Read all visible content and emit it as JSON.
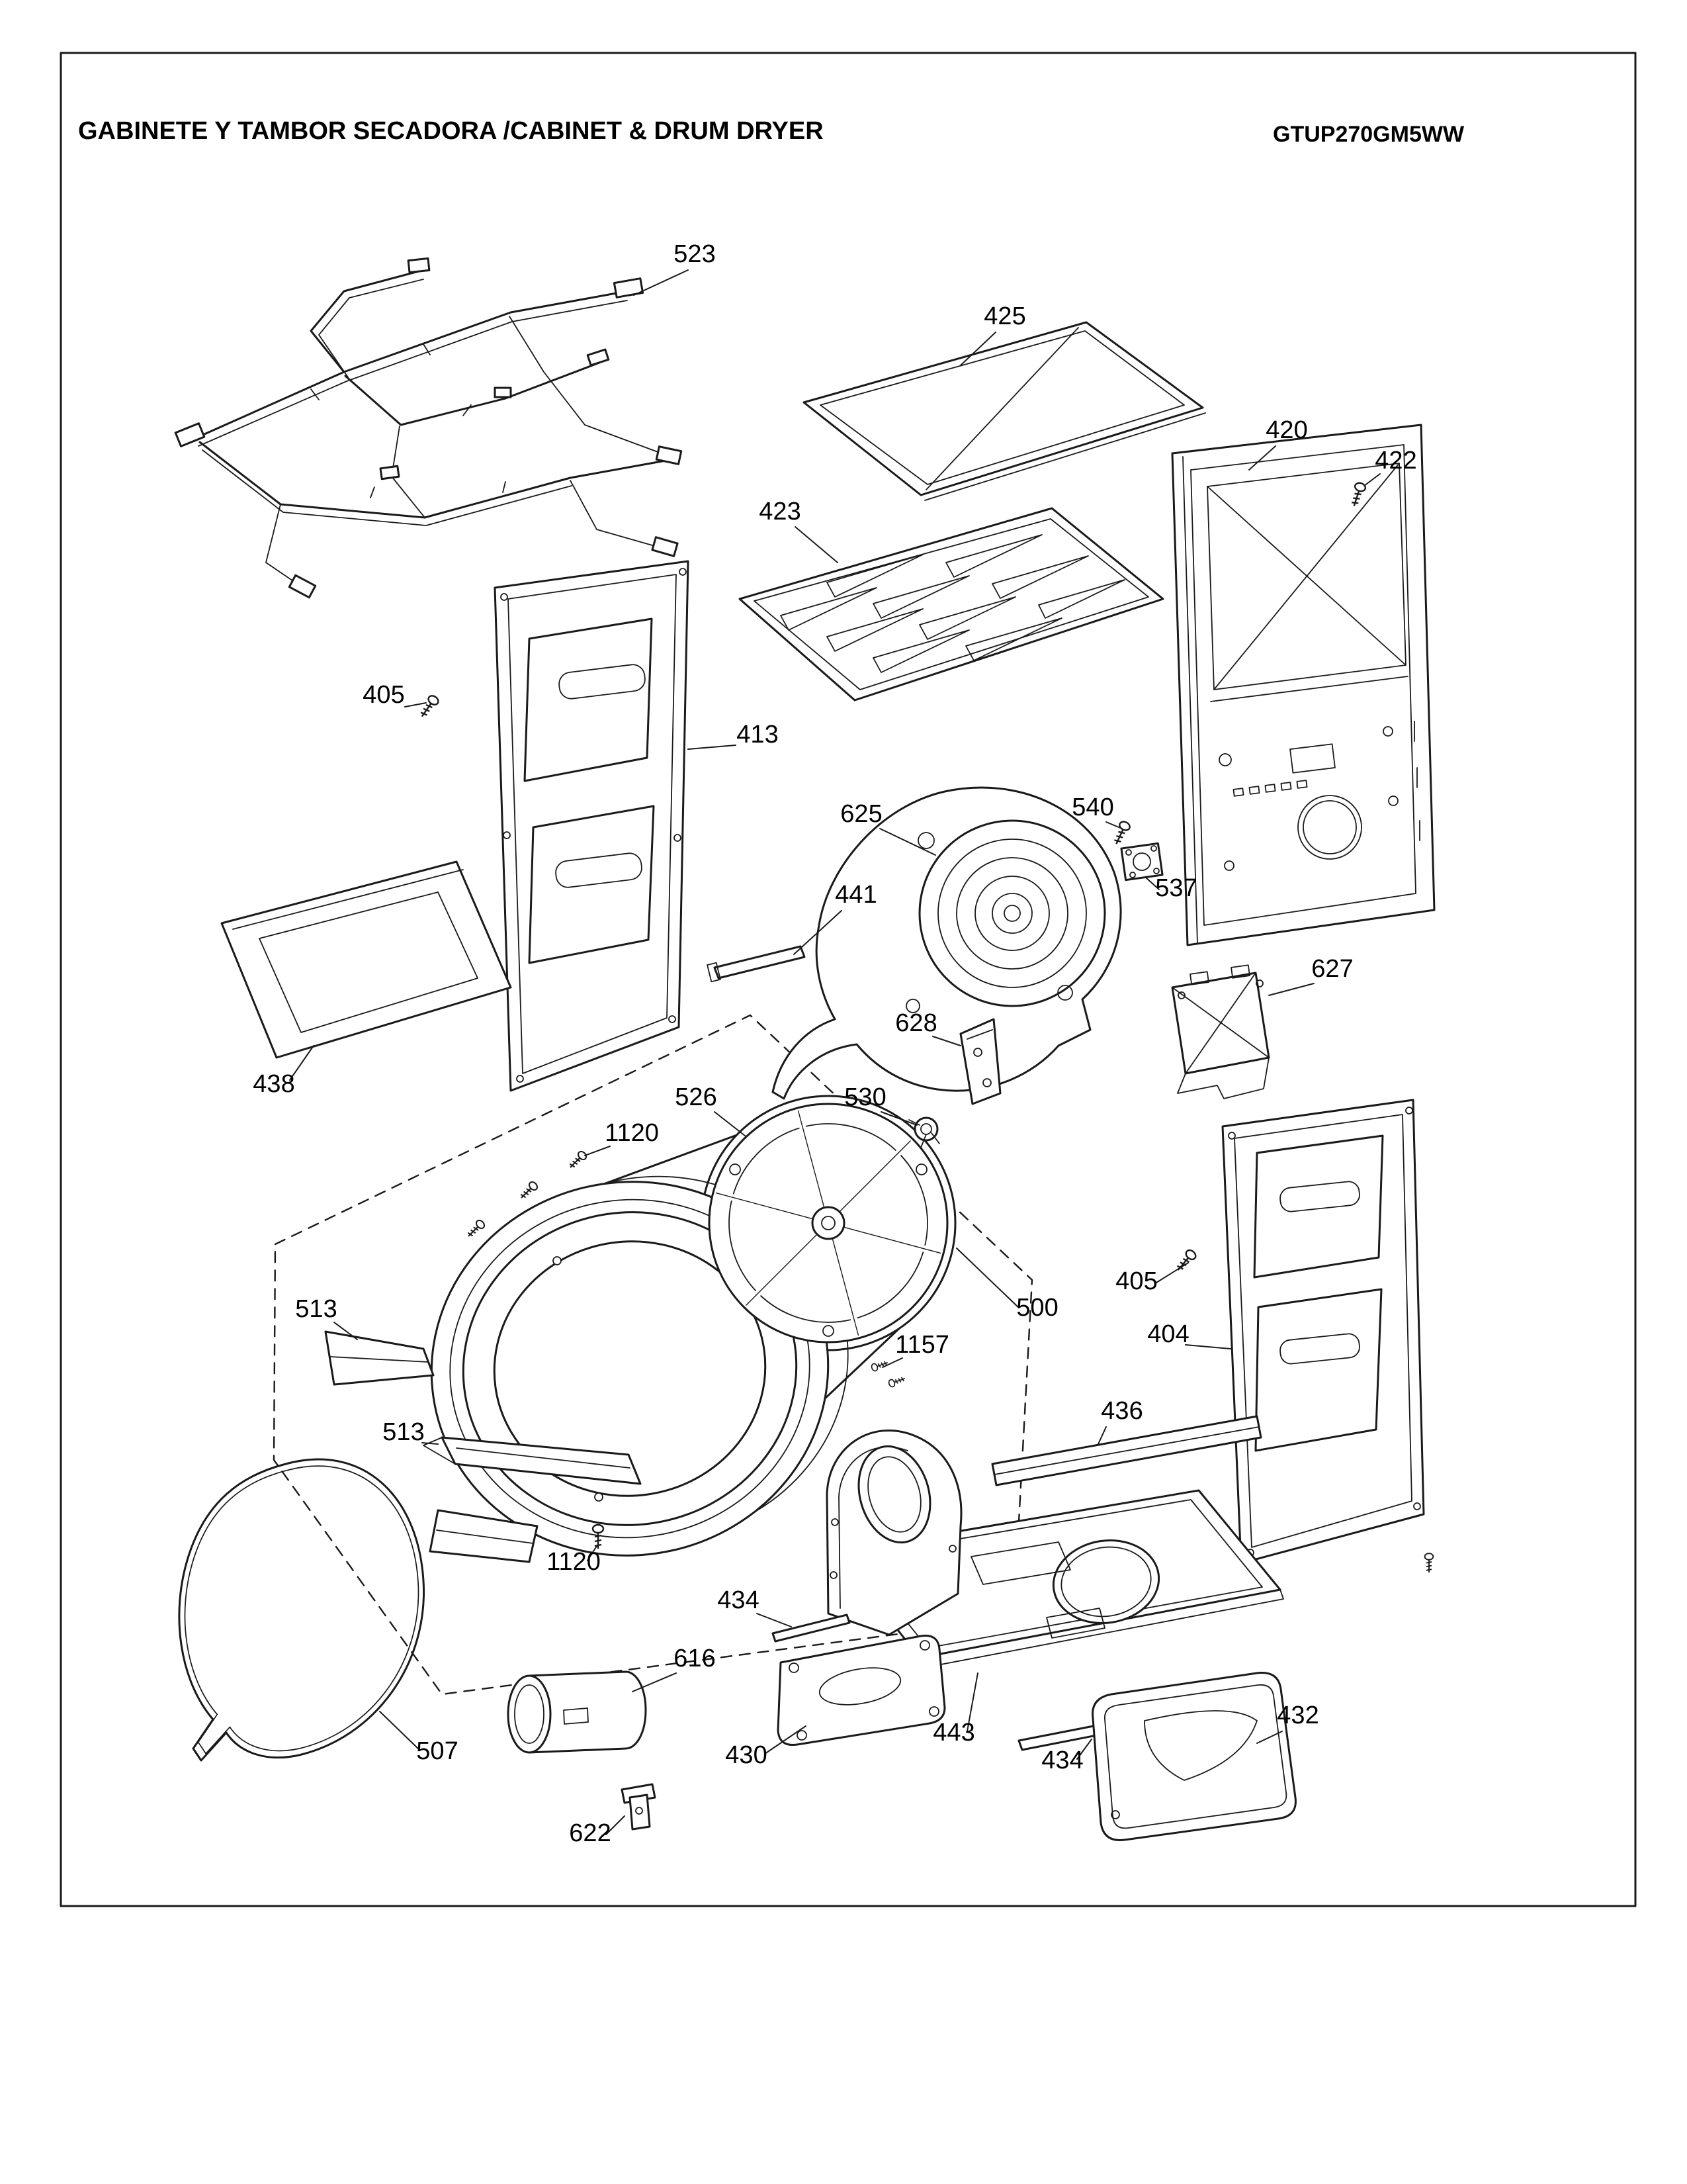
{
  "header": {
    "title": "GABINETE Y TAMBOR SECADORA /CABINET & DRUM  DRYER",
    "model": "GTUP270GM5WW"
  },
  "labels": {
    "c523": "523",
    "c425": "425",
    "c420": "420",
    "c422": "422",
    "c423": "423",
    "c405a": "405",
    "c413": "413",
    "c625": "625",
    "c540": "540",
    "c537": "537",
    "c441": "441",
    "c627": "627",
    "c628": "628",
    "c438": "438",
    "c526": "526",
    "c530": "530",
    "c1120a": "1120",
    "c513a": "513",
    "c500": "500",
    "c405b": "405",
    "c404": "404",
    "c1157": "1157",
    "c436": "436",
    "c513b": "513",
    "c1120b": "1120",
    "c434a": "434",
    "c616": "616",
    "c507": "507",
    "c430": "430",
    "c622": "622",
    "c443": "443",
    "c434b": "434",
    "c432": "432"
  },
  "colors": {
    "line": "#1a1a1a",
    "paper": "#ffffff"
  }
}
